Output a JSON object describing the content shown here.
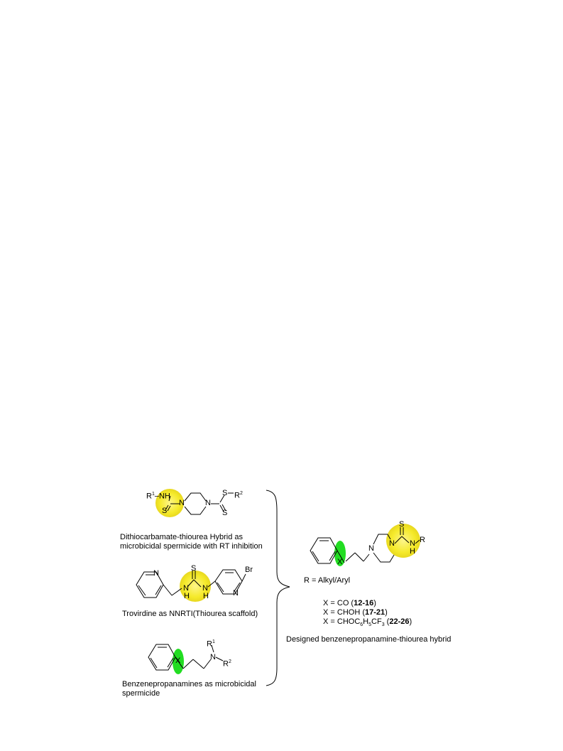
{
  "structures": {
    "dithiocarbamate": {
      "labels": {
        "r1nh": "R",
        "r1nh_sup": "1",
        "r1nh_tail": "–NH",
        "s_left": "S",
        "n1": "N",
        "n2": "N",
        "s_top": "S",
        "r2": "R",
        "r2_sup": "2",
        "s_bottom": "S"
      },
      "caption_line1": "Dithiocarbamate-thiourea Hybrid as",
      "caption_line2": "microbicidal spermicide with RT inhibition"
    },
    "trovirdine": {
      "labels": {
        "n_pyr1": "N",
        "s": "S",
        "nh1": "N",
        "h1": "H",
        "nh2": "N",
        "h2": "H",
        "n_pyr2": "N",
        "br": "Br"
      },
      "caption": "Trovirdine as NNRTI(Thiourea scaffold)"
    },
    "benzenepropanamine": {
      "labels": {
        "x": "X",
        "n": "N",
        "r1": "R",
        "r1_sup": "1",
        "r2": "R",
        "r2_sup": "2"
      },
      "caption_line1": "Benzenepropanamines as microbicidal",
      "caption_line2": "spermicide"
    },
    "designed": {
      "labels": {
        "x": "X",
        "n1": "N",
        "n2": "N",
        "s": "S",
        "nh": "N",
        "h": "H",
        "r": "R"
      },
      "r_def": "R = Alkyl/Aryl",
      "x_lines": [
        {
          "prefix": "X = CO (",
          "bold": "12-16",
          "suffix": ")"
        },
        {
          "prefix": "X = CHOH (",
          "bold": "17-21",
          "suffix": ")"
        },
        {
          "prefix": "X =  CHOC",
          "sub1": "6",
          "mid1": "H",
          "sub2": "5",
          "mid2": "CF",
          "sub3": "3",
          "mid3": " (",
          "bold": "22-26",
          "suffix": ")"
        }
      ],
      "caption": "Designed benzenepropanamine-thiourea hybrid"
    }
  },
  "colors": {
    "yellow_highlight": "#f5ea2a",
    "green_highlight": "#22dd22",
    "bonds": "#000000"
  }
}
